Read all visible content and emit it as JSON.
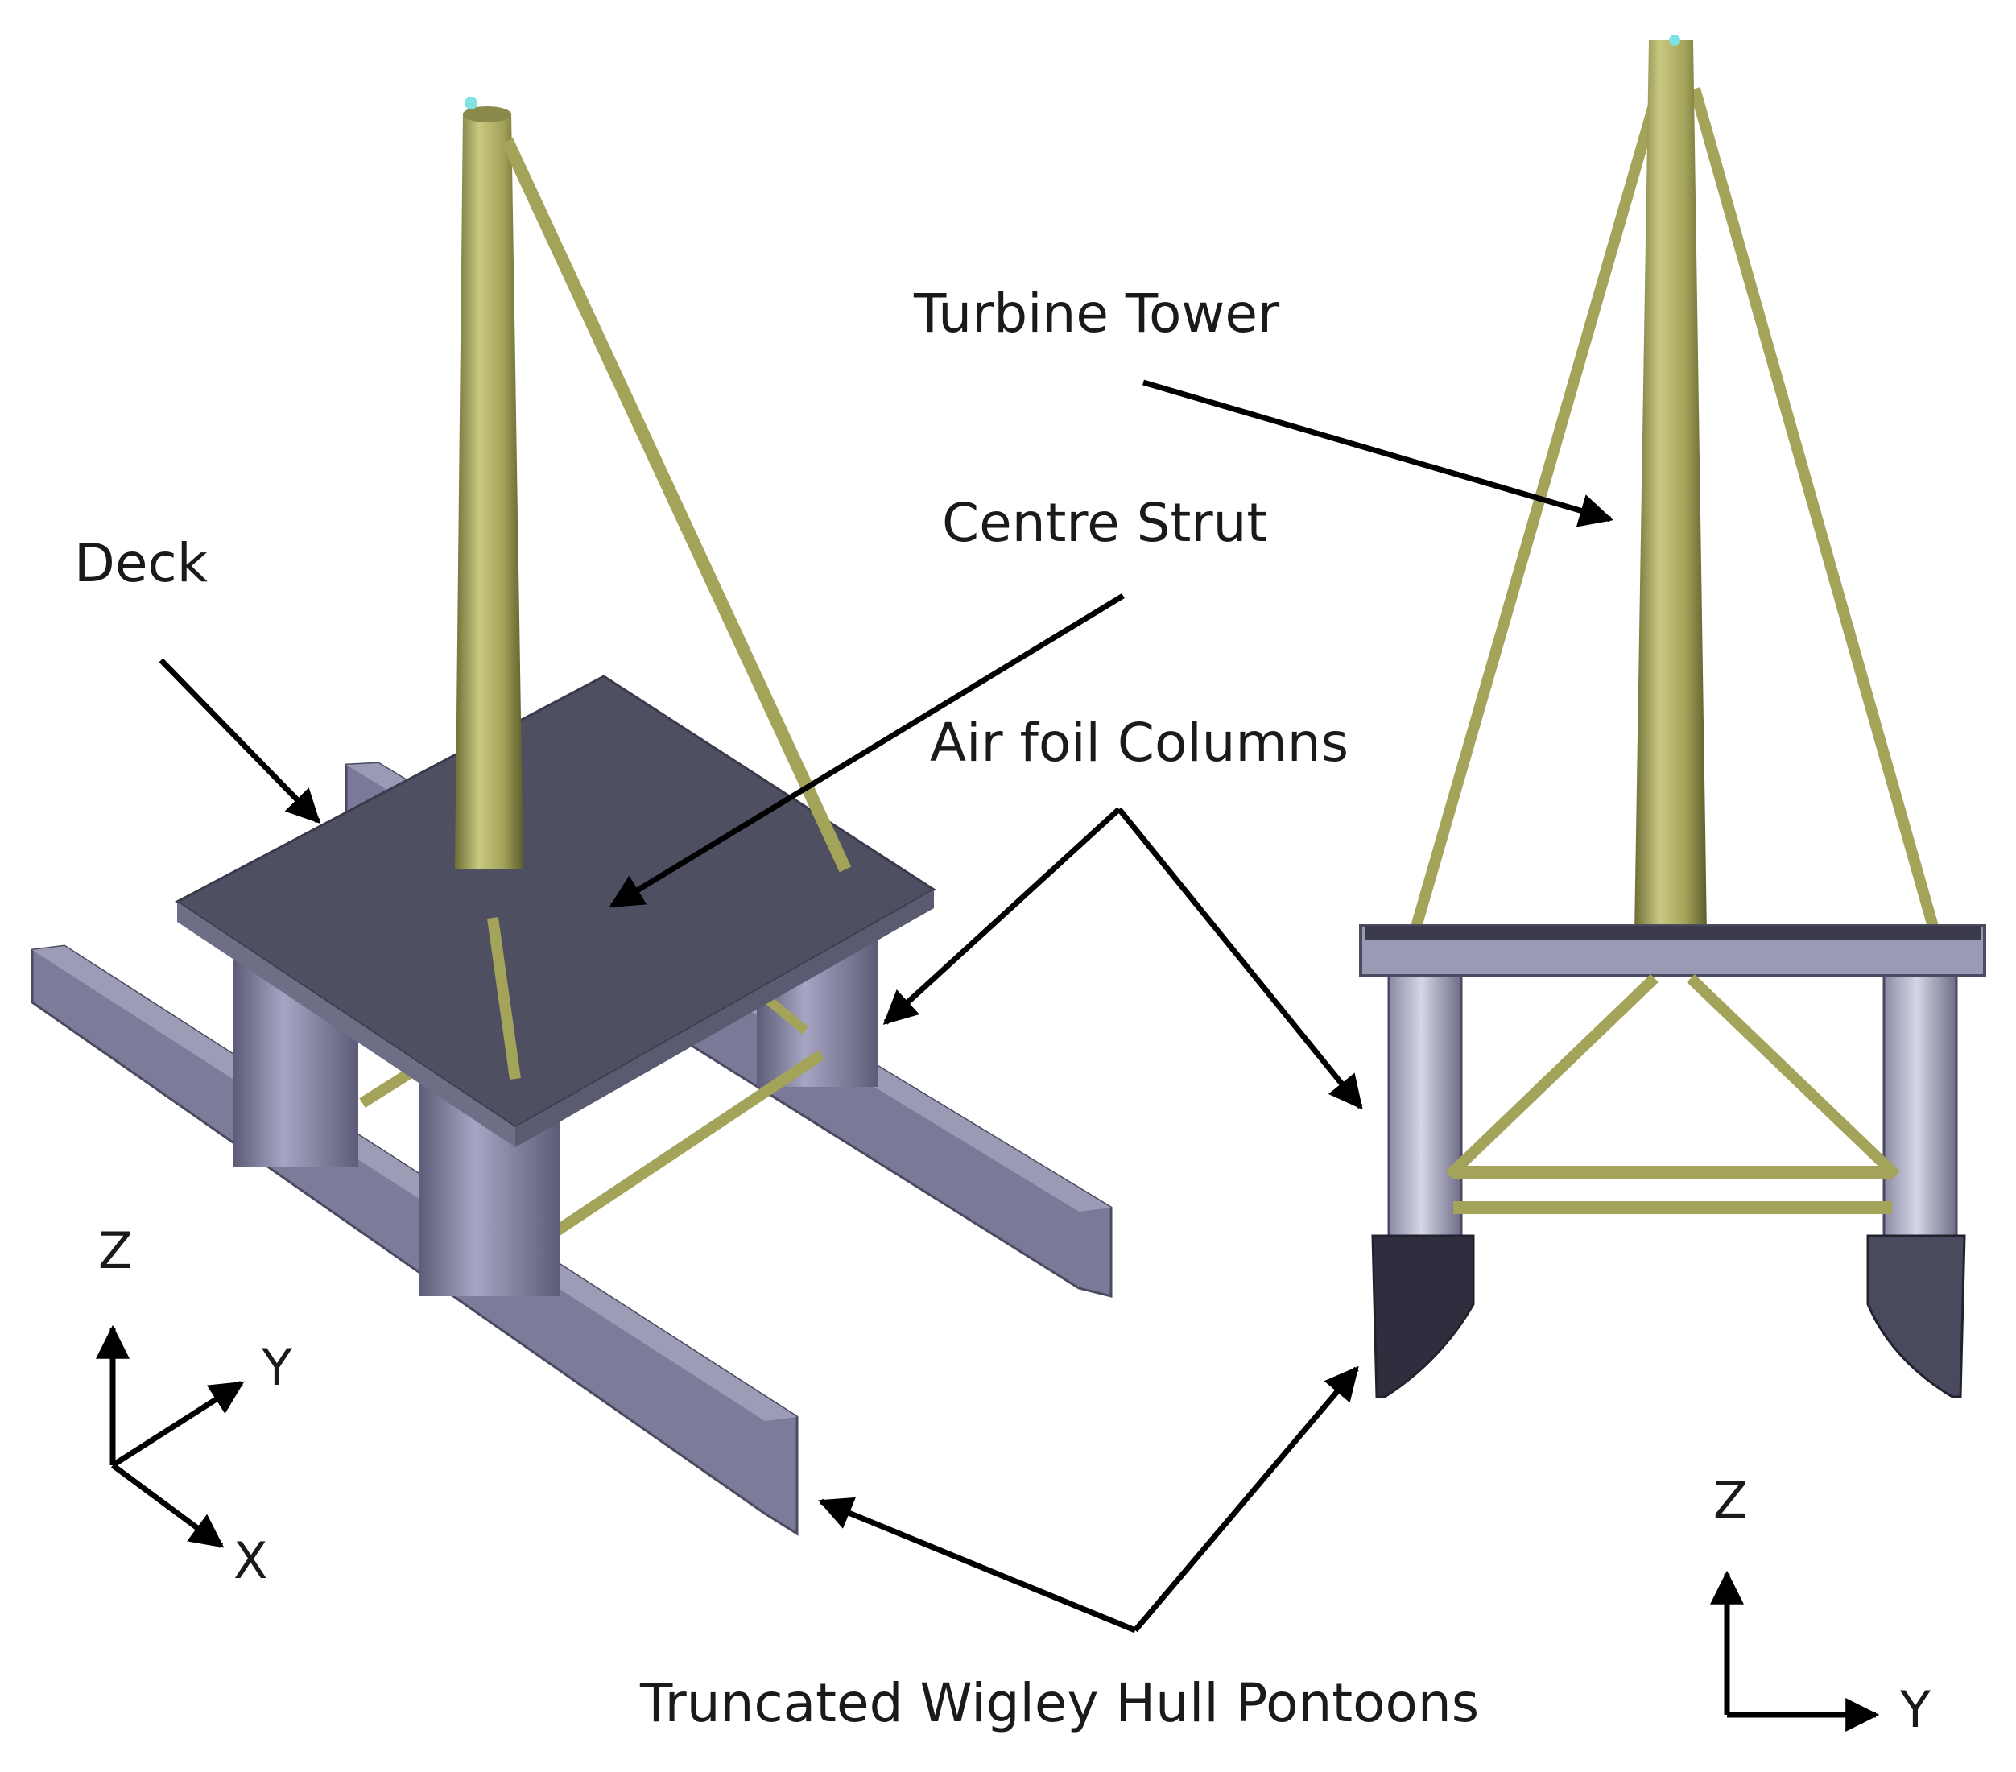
{
  "labels": {
    "deck": "Deck",
    "centre_strut": "Centre Strut",
    "turbine_tower": "Turbine Tower",
    "airfoil_columns": "Air foil Columns",
    "pontoons": "Truncated Wigley Hull Pontoons"
  },
  "axes_iso": {
    "z": "Z",
    "y": "Y",
    "x": "X"
  },
  "axes_front": {
    "z": "Z",
    "y": "Y"
  },
  "colors": {
    "deck": "#4f4f62",
    "deck_edge": "#6e6e86",
    "pontoon": "#7a7a98",
    "pontoon_dark": "#3a3a4c",
    "column": "#7c7c9a",
    "column_light": "#a6a6c4",
    "tower": "#a3a35a",
    "tower_light": "#c9c982",
    "tower_dark": "#6e6e36",
    "arrow": "#000000",
    "cap": "#7fe3e3"
  }
}
